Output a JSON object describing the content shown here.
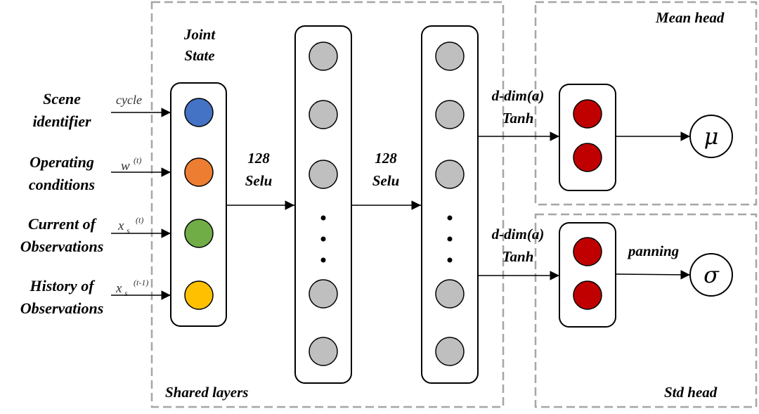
{
  "regions": {
    "shared": "Shared layers",
    "mean": "Mean head",
    "std": "Std head"
  },
  "joint_state": [
    "Joint",
    "State"
  ],
  "inputs": [
    {
      "label": [
        "Scene",
        "identifier"
      ],
      "var": "cycle",
      "color": "#4472c4"
    },
    {
      "label": [
        "Operating",
        "conditions"
      ],
      "var": "w",
      "sup": "(t)",
      "color": "#ed7d31"
    },
    {
      "label": [
        "Current of",
        "Observations"
      ],
      "var": "x",
      "sub": "s",
      "sup": "(t)",
      "color": "#70ad47"
    },
    {
      "label": [
        "History of",
        "Observations"
      ],
      "var": "x",
      "sub": "s",
      "sup": "(t-1)",
      "color": "#ffc000"
    }
  ],
  "layer1": {
    "size": "128",
    "activation": "Selu"
  },
  "layer2": {
    "size": "128",
    "activation": "Selu"
  },
  "mean_head": {
    "dim": "d-dim(a)",
    "activation": "Tanh",
    "output": "μ"
  },
  "std_head": {
    "dim": "d-dim(a)",
    "activation": "Tanh",
    "transform": "panning",
    "output": "σ"
  },
  "colors": {
    "neuron": "#bfbfbf",
    "head_neuron": "#c00000",
    "dash": "#a6a6a6"
  }
}
